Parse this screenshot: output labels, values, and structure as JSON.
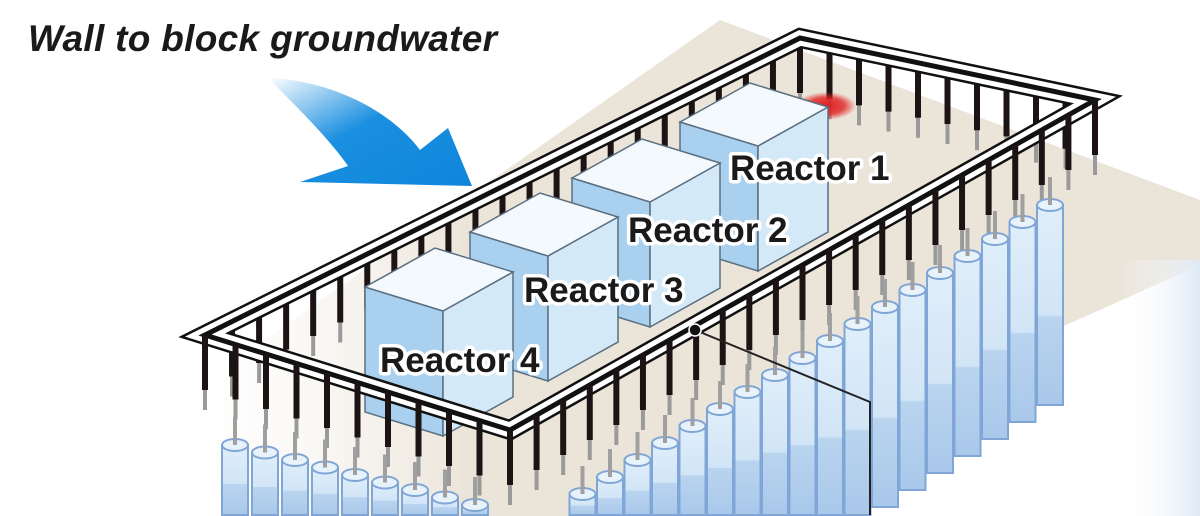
{
  "title": "Wall to block groundwater",
  "reactors": [
    {
      "label": "Reactor 1"
    },
    {
      "label": "Reactor 2"
    },
    {
      "label": "Reactor 3"
    },
    {
      "label": "Reactor 4"
    }
  ],
  "colors": {
    "ground": "#ebe4d9",
    "arrow": "#1b8fe0",
    "wall_piles": "#1c1414",
    "cylinder_fill": "#d4e6f6",
    "cylinder_stroke": "#7fa6d6",
    "hotspot": "#e02020"
  }
}
